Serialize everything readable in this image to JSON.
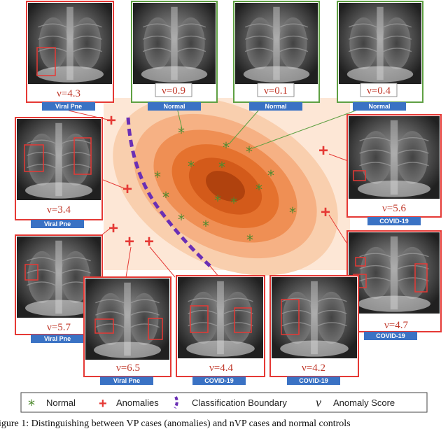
{
  "scores": {
    "n1": "ν=0.9",
    "n2": "ν=0.1",
    "n3": "ν=0.4",
    "v1": "ν=4.3",
    "v2": "ν=3.4",
    "v3": "ν=5.7",
    "v4": "ν=6.5",
    "c1": "ν=5.6",
    "c2": "ν=4.7",
    "c3": "ν=4.4",
    "c4": "ν=4.2"
  },
  "labels": {
    "normal": "Normal",
    "viral": "Viral Pne",
    "covid": "COVID-19"
  },
  "symbols": {
    "plus": "+",
    "star": "*"
  },
  "legend": {
    "normal": "Normal",
    "anomalies": "Anomalies",
    "boundary": "Classification Boundary",
    "nu_symbol": "ν",
    "score": "Anomaly Score"
  },
  "caption": "igure 1: Distinguishing between VP cases (anomalies) and nVP cases and normal controls",
  "colors": {
    "viral_border": "#e53935",
    "normal_border": "#5fa043",
    "covid_border": "#e53935",
    "badge_blue": "#3a72c4",
    "boundary": "#6a2fb5",
    "star_green": "#4e8a2e"
  }
}
